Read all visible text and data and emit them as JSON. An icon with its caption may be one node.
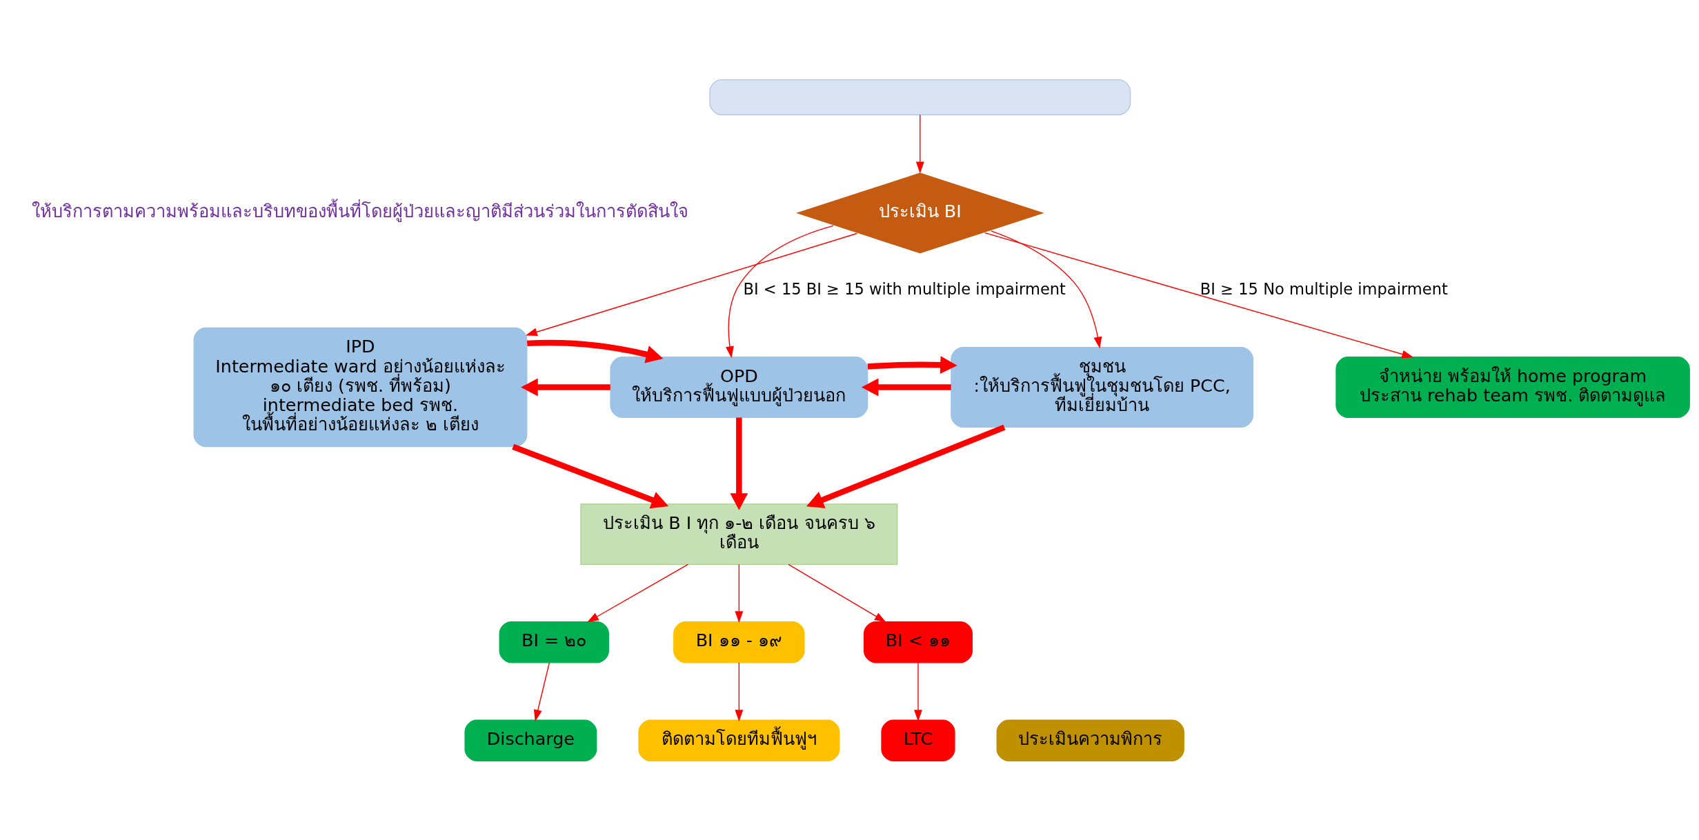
{
  "diagram": {
    "nodes": [
      {
        "text": [],
        "shape": "box"
      },
      {
        "text": [
          "ประเมิน BI"
        ]
      },
      {
        "text": [
          "จำหน่าย พร้อมให้ home program",
          "ประสาน rehab team รพช. ติดตามดูแล"
        ]
      },
      {
        "text": [
          "IPD",
          "Intermediate ward อย่างน้อยแห่งละ ๑๐ เตียง (รพช. ที่พร้อม) intermediate bed รพช. ในพื้นที่อย่างน้อยแห่งละ ๒ เตียง"
        ]
      },
      {
        "text": [
          "OPD",
          "ให้บริการฟื้นฟูแบบผู้ป่วยนอก"
        ]
      },
      {
        "text": [
          "ชุมชน",
          ":ให้บริการฟื้นฟูในชุมชนโดย PCC, ทีมเยี่ยมบ้าน"
        ]
      },
      {
        "text": [
          "ประเมิน B I ทุก ๑-๒ เดือน จนครบ ๖ เดือน"
        ]
      },
      {
        "text": [
          "BI = ๒๐"
        ]
      },
      {
        "text": [
          "Discharge"
        ]
      },
      {
        "text": [
          "BI ๑๑ - ๑๙"
        ]
      },
      {
        "text": [
          "ติดตามโดยทีมฟื้นฟูฯ"
        ]
      },
      {
        "text": [
          "BI < ๑๑"
        ]
      },
      {
        "text": [
          "LTC"
        ]
      },
      {
        "text": [
          "ประเมินความพิการ"
        ]
      }
    ],
    "edges": [
      {
        "from": 0,
        "to": 1,
        "arrow": "to"
      },
      {
        "from": 1,
        "to": 2,
        "arrow": "to",
        "label": "BI ≥ 15 No multiple impairment"
      },
      {
        "from": 1,
        "to": 3,
        "arrow": "to"
      },
      {
        "from": 1,
        "to": 4,
        "arrow": "to",
        "label": "BI < 15 BI ≥ 15 with multiple impairment"
      },
      {
        "from": 1,
        "to": 5,
        "arrow": "to"
      },
      {
        "from": 4,
        "to": 3,
        "arrow": "to",
        "style": "thick"
      },
      {
        "from": 3,
        "to": 4,
        "arrow": "to",
        "style": "thick"
      },
      {
        "from": 5,
        "to": 4,
        "arrow": "to",
        "style": "thick"
      },
      {
        "from": 4,
        "to": 5,
        "arrow": "to",
        "style": "thick"
      },
      {
        "from": 3,
        "to": 6,
        "arrow": "to",
        "style": "thick"
      },
      {
        "from": 4,
        "to": 6,
        "arrow": "to",
        "style": "thick"
      },
      {
        "from": 5,
        "to": 6,
        "arrow": "to",
        "style": "thick"
      },
      {
        "from": 6,
        "to": 7,
        "arrow": "to"
      },
      {
        "from": 6,
        "to": 9,
        "arrow": "to"
      },
      {
        "from": 6,
        "to": 11,
        "arrow": "to"
      },
      {
        "from": 7,
        "to": 8,
        "arrow": "to"
      },
      {
        "from": 9,
        "to": 10,
        "arrow": "to"
      },
      {
        "from": 11,
        "to": 12,
        "arrow": "to"
      }
    ],
    "labels": [
      "ให้บริการตามความพร้อมและบริบทของพื้นที่โดยผู้ป่วยและญาติมีส่วนร่วมในการตัดสินใจ"
    ]
  }
}
